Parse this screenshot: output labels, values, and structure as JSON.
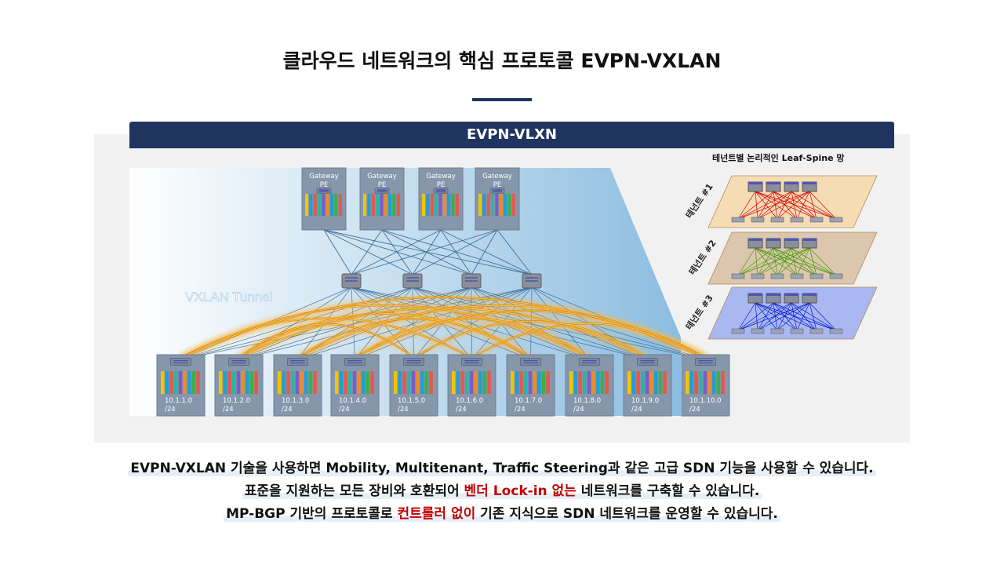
{
  "page": {
    "title": "클라우드 네트워크의 핵심 프로토콜 EVPN-VXLAN",
    "header": "EVPN-VLXN"
  },
  "diagram": {
    "gateways": [
      "Gateway\nPE",
      "Gateway\nPE",
      "Gateway\nPE",
      "Gateway\nPE"
    ],
    "gateway_label": "Gateway",
    "gateway_sub": "PE",
    "tunnel_label": "VXLAN Tunnel",
    "subnets": [
      "10.1.1.0",
      "10.1.2.0",
      "10.1.3.0",
      "10.1.4.0",
      "10.1.5.0",
      "10.1.6.0",
      "10.1.7.0",
      "10.1.8.0",
      "10.1.9.0",
      "10.1.10.0"
    ],
    "prefix": "/24",
    "tenant_title": "테넌트별 논리적인 Leaf-Spine 망",
    "tenants": [
      {
        "label": "테넌트 #1",
        "fill": "#f5dcb5",
        "line": "#d40000"
      },
      {
        "label": "테넌트 #2",
        "fill": "#dcc6ad",
        "line": "#3a9a00"
      },
      {
        "label": "테넌트 #3",
        "fill": "#aab8f2",
        "line": "#0018d0"
      }
    ]
  },
  "bottom": {
    "line1": "EVPN-VXLAN 기술을 사용하면 Mobility, Multitenant, Traffic Steering과 같은 고급 SDN 기능을 사용할 수 있습니다.",
    "line2_a": "표준을 지원하는 모든 장비와 호환되어 ",
    "line2_b": "벤더 Lock-in 없는",
    "line2_c": " 네트워크를 구축할 수 있습니다.",
    "line3_a": "MP-BGP 기반의 프로토콜로 ",
    "line3_b": "컨트롤러 없이",
    "line3_c": " 기존 지식으로 SDN 네트워크를 운영할 수 있습니다."
  },
  "colors": {
    "navy": "#1f3560",
    "highlight": "#c00000",
    "tunnel": "#f07a1a",
    "link": "#3d6f9a"
  }
}
